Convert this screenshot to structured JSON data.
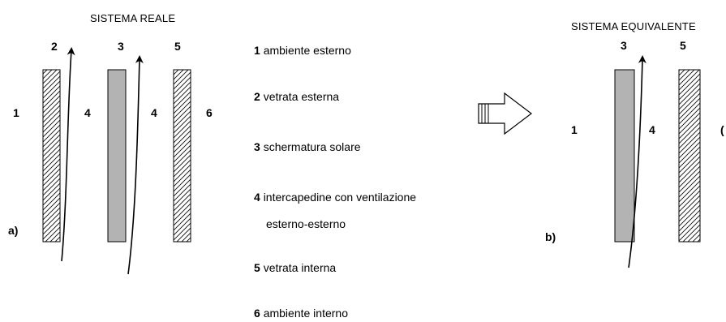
{
  "left_system": {
    "title": "SISTEMA REALE",
    "panel_label": "a)",
    "numbers": {
      "outside": "1",
      "outer_glass": "2",
      "shade": "3",
      "gap_a": "4",
      "gap_b": "4",
      "inner_glass": "5",
      "inside": "6"
    }
  },
  "right_system": {
    "title": "SISTEMA EQUIVALENTE",
    "panel_label": "b)",
    "numbers": {
      "outside": "1",
      "shade": "3",
      "gap": "4",
      "inner_glass": "5",
      "inside_partial": "("
    }
  },
  "legend": [
    {
      "num": "1",
      "text": "ambiente esterno"
    },
    {
      "num": "2",
      "text": "vetrata esterna"
    },
    {
      "num": "3",
      "text": "schermatura solare"
    },
    {
      "num": "4",
      "text": "intercapedine con ventilazione"
    },
    {
      "num": "",
      "text": "esterno-esterno"
    },
    {
      "num": "5",
      "text": "vetrata interna"
    },
    {
      "num": "6",
      "text": "ambiente interno"
    }
  ],
  "colors": {
    "shade_fill": "#b3b3b3",
    "stroke": "#000000",
    "background": "#ffffff"
  }
}
